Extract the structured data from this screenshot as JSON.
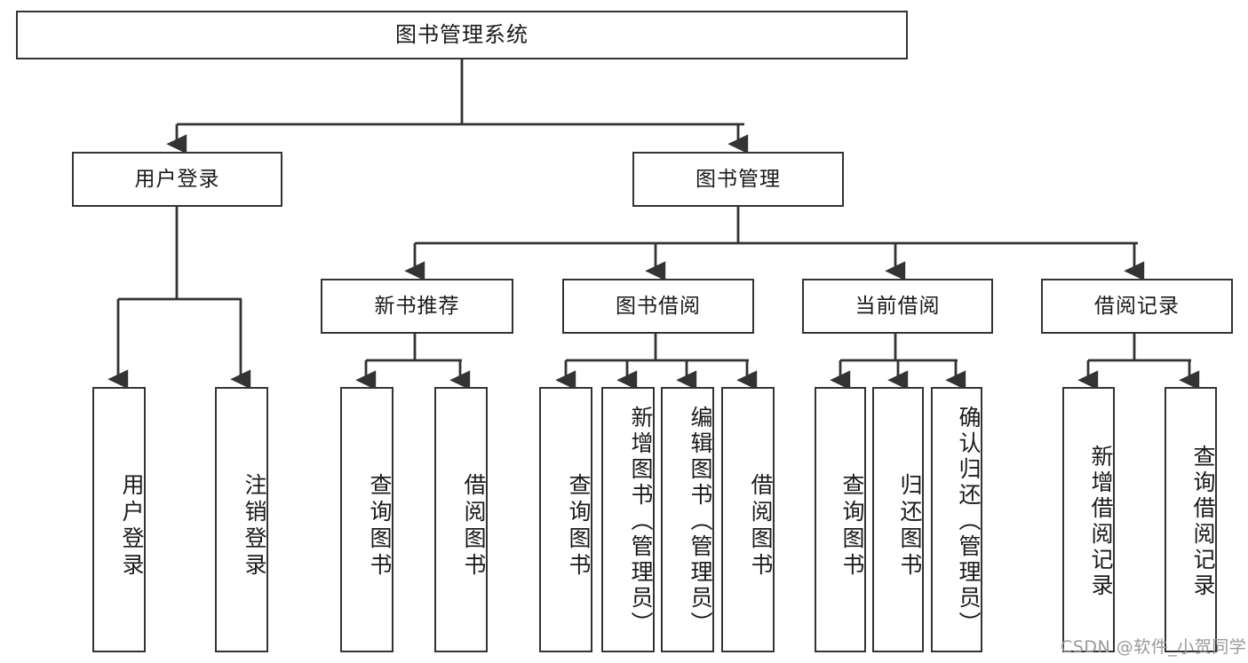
{
  "diagram": {
    "title": "图书管理系统",
    "type": "tree-hierarchy",
    "watermark": "CSDN @软件_小贺同学",
    "colors": {
      "stroke": "#333333",
      "fill": "#ffffff",
      "text": "#1a1a1a",
      "watermark": "#9a9a9a"
    },
    "nodes": {
      "root": {
        "label": "图书管理系统"
      },
      "level2": [
        {
          "id": "user-login",
          "label": "用户登录"
        },
        {
          "id": "book-manage",
          "label": "图书管理"
        }
      ],
      "level3": [
        {
          "id": "new-book-recommend",
          "label": "新书推荐"
        },
        {
          "id": "book-borrow",
          "label": "图书借阅"
        },
        {
          "id": "current-borrow",
          "label": "当前借阅"
        },
        {
          "id": "borrow-record",
          "label": "借阅记录"
        }
      ],
      "leaves": {
        "user_login": [
          {
            "id": "leaf-user-login",
            "label": "用户登录"
          },
          {
            "id": "leaf-logout-login",
            "label": "注销登录"
          }
        ],
        "new_book_recommend": [
          {
            "id": "leaf-query-book-1",
            "label": "查询图书"
          },
          {
            "id": "leaf-borrow-book-1",
            "label": "借阅图书"
          }
        ],
        "book_borrow": [
          {
            "id": "leaf-query-book-2",
            "label": "查询图书"
          },
          {
            "id": "leaf-add-book-admin",
            "label": "新增图书（管理员）"
          },
          {
            "id": "leaf-edit-book-admin",
            "label": "编辑图书（管理员）"
          },
          {
            "id": "leaf-borrow-book-2",
            "label": "借阅图书"
          }
        ],
        "current_borrow": [
          {
            "id": "leaf-query-book-3",
            "label": "查询图书"
          },
          {
            "id": "leaf-return-book",
            "label": "归还图书"
          },
          {
            "id": "leaf-confirm-return-admin",
            "label": "确认归还（管理员）"
          }
        ],
        "borrow_record": [
          {
            "id": "leaf-add-borrow-record",
            "label": "新增借阅记录"
          },
          {
            "id": "leaf-query-borrow-record",
            "label": "查询借阅记录"
          }
        ]
      }
    }
  }
}
